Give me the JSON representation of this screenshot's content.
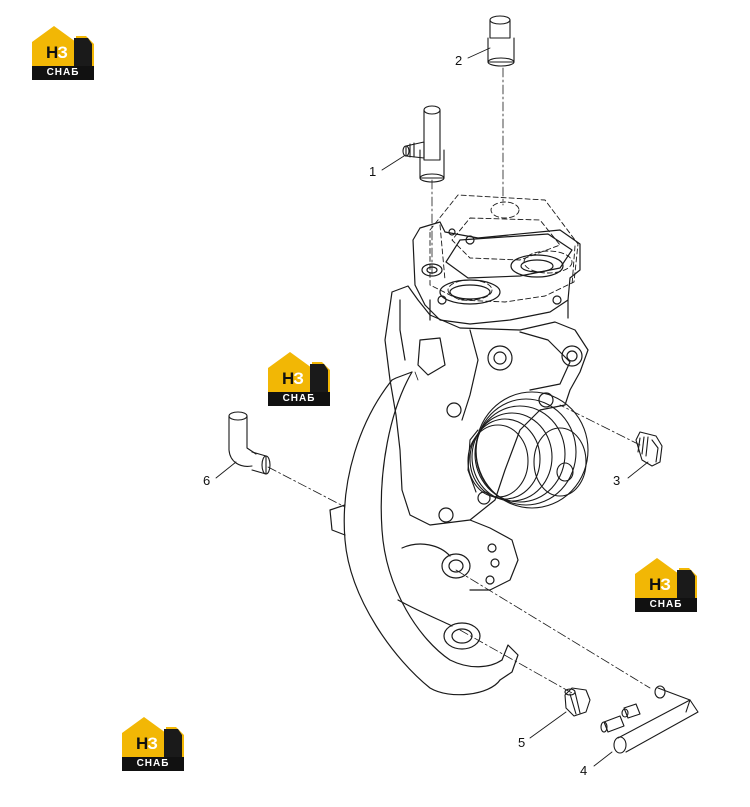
{
  "callouts": [
    "1",
    "2",
    "3",
    "4",
    "5",
    "6"
  ],
  "watermark": {
    "letter_1": "Н",
    "letter_2": "З",
    "band": "СНАБ"
  },
  "colors": {
    "accent": "#f2b705",
    "ink": "#1a1a1a",
    "background": "#ffffff"
  }
}
